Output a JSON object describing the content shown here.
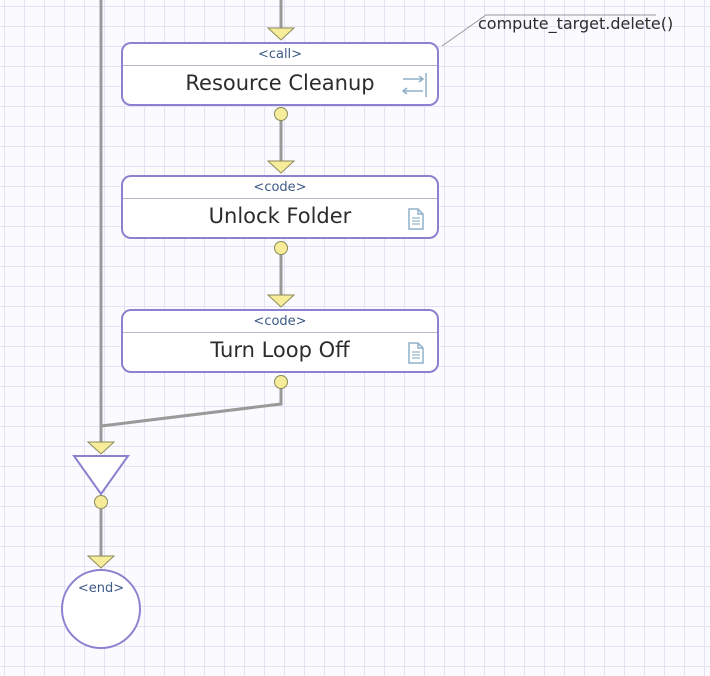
{
  "nodes": [
    {
      "type": "<call>",
      "title": "Resource Cleanup",
      "icon": "call-icon"
    },
    {
      "type": "<code>",
      "title": "Unlock Folder",
      "icon": "document-icon"
    },
    {
      "type": "<code>",
      "title": "Turn Loop Off",
      "icon": "document-icon"
    }
  ],
  "annotation": {
    "text": "compute_target.delete()"
  },
  "end_node": {
    "type": "<end>"
  },
  "colors": {
    "node_border": "#8a82cf",
    "connector_line": "#9a9a9a",
    "port_fill": "#f6ec9a",
    "port_stroke": "#8a8a5a",
    "grid": "#e3e3f3"
  }
}
